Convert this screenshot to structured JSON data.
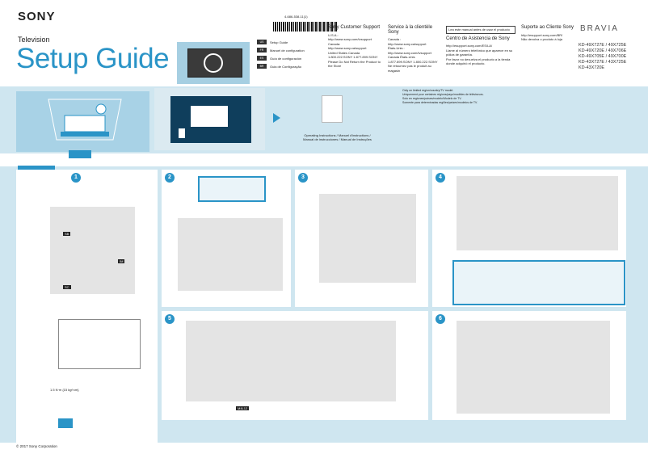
{
  "header": {
    "brand": "SONY",
    "product": "Television",
    "title": "Setup Guide",
    "part_number": "4-686-538-11(1)"
  },
  "languages": [
    {
      "code": "US",
      "label": "Setup Guide"
    },
    {
      "code": "FR",
      "label": "Manuel de configuration"
    },
    {
      "code": "ES",
      "label": "Guía de configuración"
    },
    {
      "code": "BR",
      "label": "Guia de Configuração"
    }
  ],
  "support": {
    "en": {
      "heading": "Sony Customer Support",
      "lines": [
        "U.S.A.:",
        "http://www.sony.com/tvsupport",
        "Canada:",
        "http://www.sony.ca/support",
        "United States   Canada",
        "1.800.222.SONY   1.877.899.SONY",
        "Please Do Not Return the Product to the Store"
      ]
    },
    "fr": {
      "heading": "Service à la clientèle Sony",
      "lines": [
        "Canada :",
        "http://www.sony.ca/support",
        "États-Unis :",
        "http://www.sony.com/tvsupport",
        "Canada   États-Unis",
        "1.877.899.SONY   1.800.222.SONY",
        "Ne retournez pas le produit au magasin"
      ]
    },
    "es": {
      "box": "Lea este manual antes de usar el producto",
      "heading": "Centro de Asistencia de Sony",
      "lines": [
        "http://esupport.sony.com/ES/LA/",
        "Llame al número telefónico que aparece en su póliza de garantía.",
        "Por favor no devuelva el producto a la tienda donde adquirió el producto."
      ]
    },
    "br": {
      "heading": "Suporte ao Cliente Sony",
      "lines": [
        "http://esupport.sony.com/BR/",
        "Não devolva o produto à loja"
      ]
    }
  },
  "series": {
    "brand": "BRAVIA",
    "models": [
      "KD-49X727E / 49X725E",
      "KD-49X720E / 49X706E",
      "KD-49X705E / 49X700E",
      "KD-43X727E / 43X725E",
      "KD-43X720E"
    ]
  },
  "notes": {
    "model_note": [
      "Only on limited region/country/TV model.",
      "Uniquement pour certaines régions/pays/modèles de téléviseurs.",
      "Solo en regiones/países/modelo/Modelo de TV.",
      "Somente para determinadas regiões/países/modelos de TV."
    ],
    "manuals_caption": "Operating Instructions / Manuel d'instructions / Manual de instrucciones / Manual de Instruções"
  },
  "steps": {
    "step_number": "1",
    "substeps": [
      "1",
      "2",
      "3",
      "4",
      "5",
      "6"
    ],
    "torque": "1.5 N·m {15 kgf·cm}",
    "parts": [
      "SB",
      "IM",
      "SC",
      "M4L12"
    ]
  },
  "footer": {
    "copyright": "© 2017 Sony Corporation"
  },
  "colors": {
    "accent": "#2a94c7",
    "band": "#cfe6f0"
  }
}
